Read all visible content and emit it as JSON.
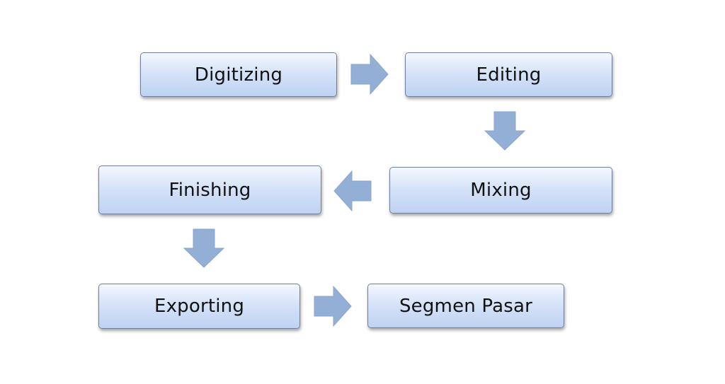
{
  "steps": {
    "digitizing": "Digitizing",
    "editing": "Editing",
    "mixing": "Mixing",
    "finishing": "Finishing",
    "exporting": "Exporting",
    "segmen_pasar": "Segmen Pasar"
  },
  "colors": {
    "box_fill_top": "#f4f8ff",
    "box_fill_bottom": "#bed2f3",
    "box_border": "#6f7f99",
    "arrow_fill": "#93afd6"
  },
  "flow": [
    {
      "from": "Digitizing",
      "to": "Editing",
      "direction": "right"
    },
    {
      "from": "Editing",
      "to": "Mixing",
      "direction": "down"
    },
    {
      "from": "Mixing",
      "to": "Finishing",
      "direction": "left"
    },
    {
      "from": "Finishing",
      "to": "Exporting",
      "direction": "down"
    },
    {
      "from": "Exporting",
      "to": "Segmen Pasar",
      "direction": "right"
    }
  ]
}
